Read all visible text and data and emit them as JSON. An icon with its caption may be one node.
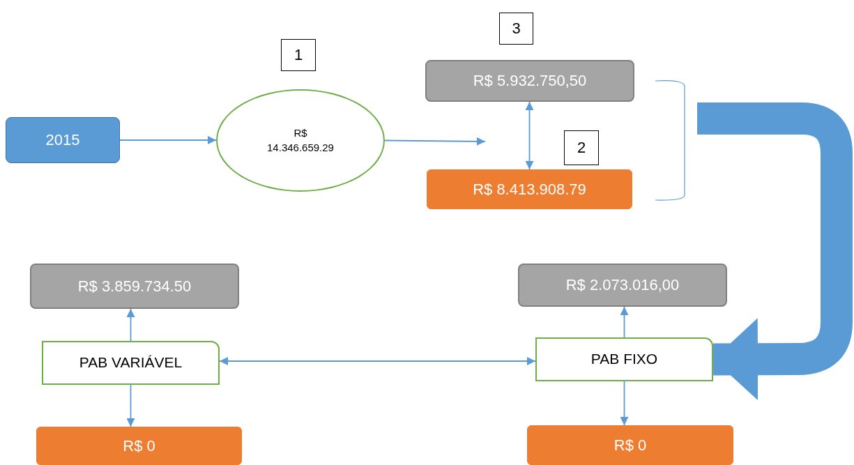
{
  "diagram": {
    "nodes": [
      {
        "text": [
          "2015"
        ]
      },
      {
        "text": [
          "R$ 14.346.659.29"
        ]
      },
      {
        "text": [
          "1"
        ]
      },
      {
        "text": [
          "3"
        ]
      },
      {
        "text": [
          "R$ 5.932.750,50"
        ]
      },
      {
        "text": [
          "2"
        ]
      },
      {
        "text": [
          "R$ 8.413.908.79"
        ]
      },
      {
        "text": [
          "R$ 3.859.734.50"
        ]
      },
      {
        "text": [
          "PAB VARIÁVEL"
        ]
      },
      {
        "text": [
          "R$ 0"
        ]
      },
      {
        "text": [
          "R$ 2.073.016,00"
        ]
      },
      {
        "text": [
          "PAB FIXO"
        ]
      },
      {
        "text": [
          "R$ 0"
        ]
      }
    ],
    "edges": [
      {
        "from": 0,
        "to": 1,
        "arrow": "to"
      },
      {
        "from": 1,
        "to": null,
        "arrow": "to"
      },
      {
        "from": 6,
        "to": 4,
        "arrow": "both"
      },
      {
        "from": null,
        "to": 11,
        "arrow": "to",
        "style": "thick"
      },
      {
        "from": 8,
        "to": 7,
        "arrow": "to"
      },
      {
        "from": 8,
        "to": 9,
        "arrow": "to"
      },
      {
        "from": 8,
        "to": 11,
        "arrow": "both"
      },
      {
        "from": 11,
        "to": 10,
        "arrow": "to"
      },
      {
        "from": 11,
        "to": 12,
        "arrow": "to"
      }
    ]
  }
}
